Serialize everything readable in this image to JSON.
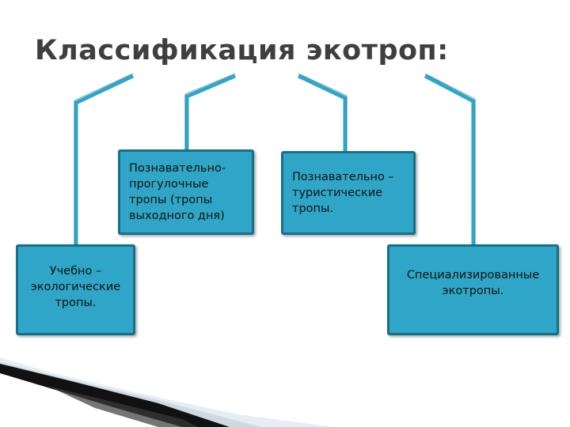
{
  "slide": {
    "title": "Классификация экотроп:",
    "boxes": [
      {
        "text": "Учебно –\nэкологические\nтропы."
      },
      {
        "text": "Познавательно-\nпрогулочные\nтропы (тропы\nвыходного дня)"
      },
      {
        "text": "Познавательно –\nтуристические\nтропы."
      },
      {
        "text": "Специализированные\nэкотропы."
      }
    ]
  },
  "colors": {
    "box_fill": "#2fa6c7",
    "box_border": "#1a6f88",
    "connector": "#2fa6c7",
    "title": "#3f3f3f"
  }
}
